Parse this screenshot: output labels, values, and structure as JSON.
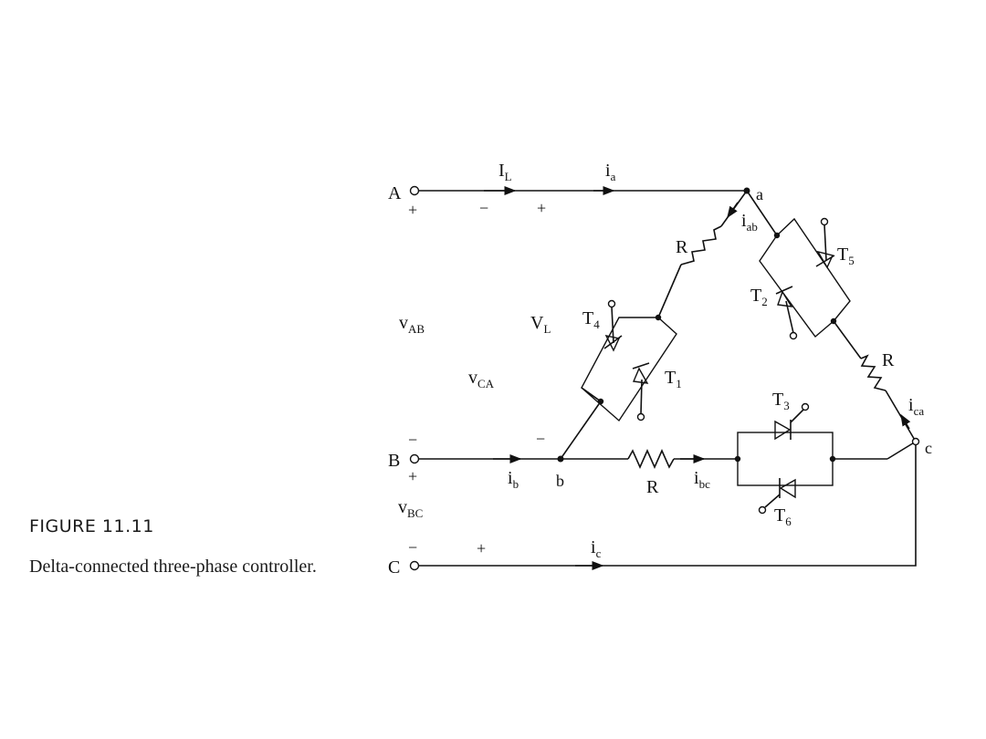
{
  "figure": {
    "title": "FIGURE 11.11",
    "caption": "Delta-connected three-phase controller."
  },
  "terminals": [
    {
      "id": "A",
      "label": "A",
      "polarity": "+"
    },
    {
      "id": "B",
      "label": "B",
      "polarity_top": "−",
      "polarity_bottom": "+"
    },
    {
      "id": "C",
      "label": "C",
      "polarity": "−"
    }
  ],
  "nodes": {
    "a": "a",
    "b": "b",
    "c": "c"
  },
  "currents": {
    "I_L": {
      "main": "I",
      "sub": "L"
    },
    "i_a": {
      "main": "i",
      "sub": "a"
    },
    "i_b": {
      "main": "i",
      "sub": "b"
    },
    "i_c": {
      "main": "i",
      "sub": "c"
    },
    "i_ab": {
      "main": "i",
      "sub": "ab"
    },
    "i_bc": {
      "main": "i",
      "sub": "bc"
    },
    "i_ca": {
      "main": "i",
      "sub": "ca"
    }
  },
  "voltages": {
    "v_AB": {
      "main": "v",
      "sub": "AB"
    },
    "v_CA": {
      "main": "v",
      "sub": "CA"
    },
    "v_BC": {
      "main": "v",
      "sub": "BC"
    },
    "V_L": {
      "main": "V",
      "sub": "L"
    }
  },
  "signs": {
    "line_A_minus": "−",
    "line_A_plus": "+",
    "vl_minus": "−",
    "line_C_plus": "+"
  },
  "resistors": [
    "R",
    "R",
    "R"
  ],
  "thyristors": [
    {
      "main": "T",
      "sub": "1"
    },
    {
      "main": "T",
      "sub": "2"
    },
    {
      "main": "T",
      "sub": "3"
    },
    {
      "main": "T",
      "sub": "4"
    },
    {
      "main": "T",
      "sub": "5"
    },
    {
      "main": "T",
      "sub": "6"
    }
  ]
}
